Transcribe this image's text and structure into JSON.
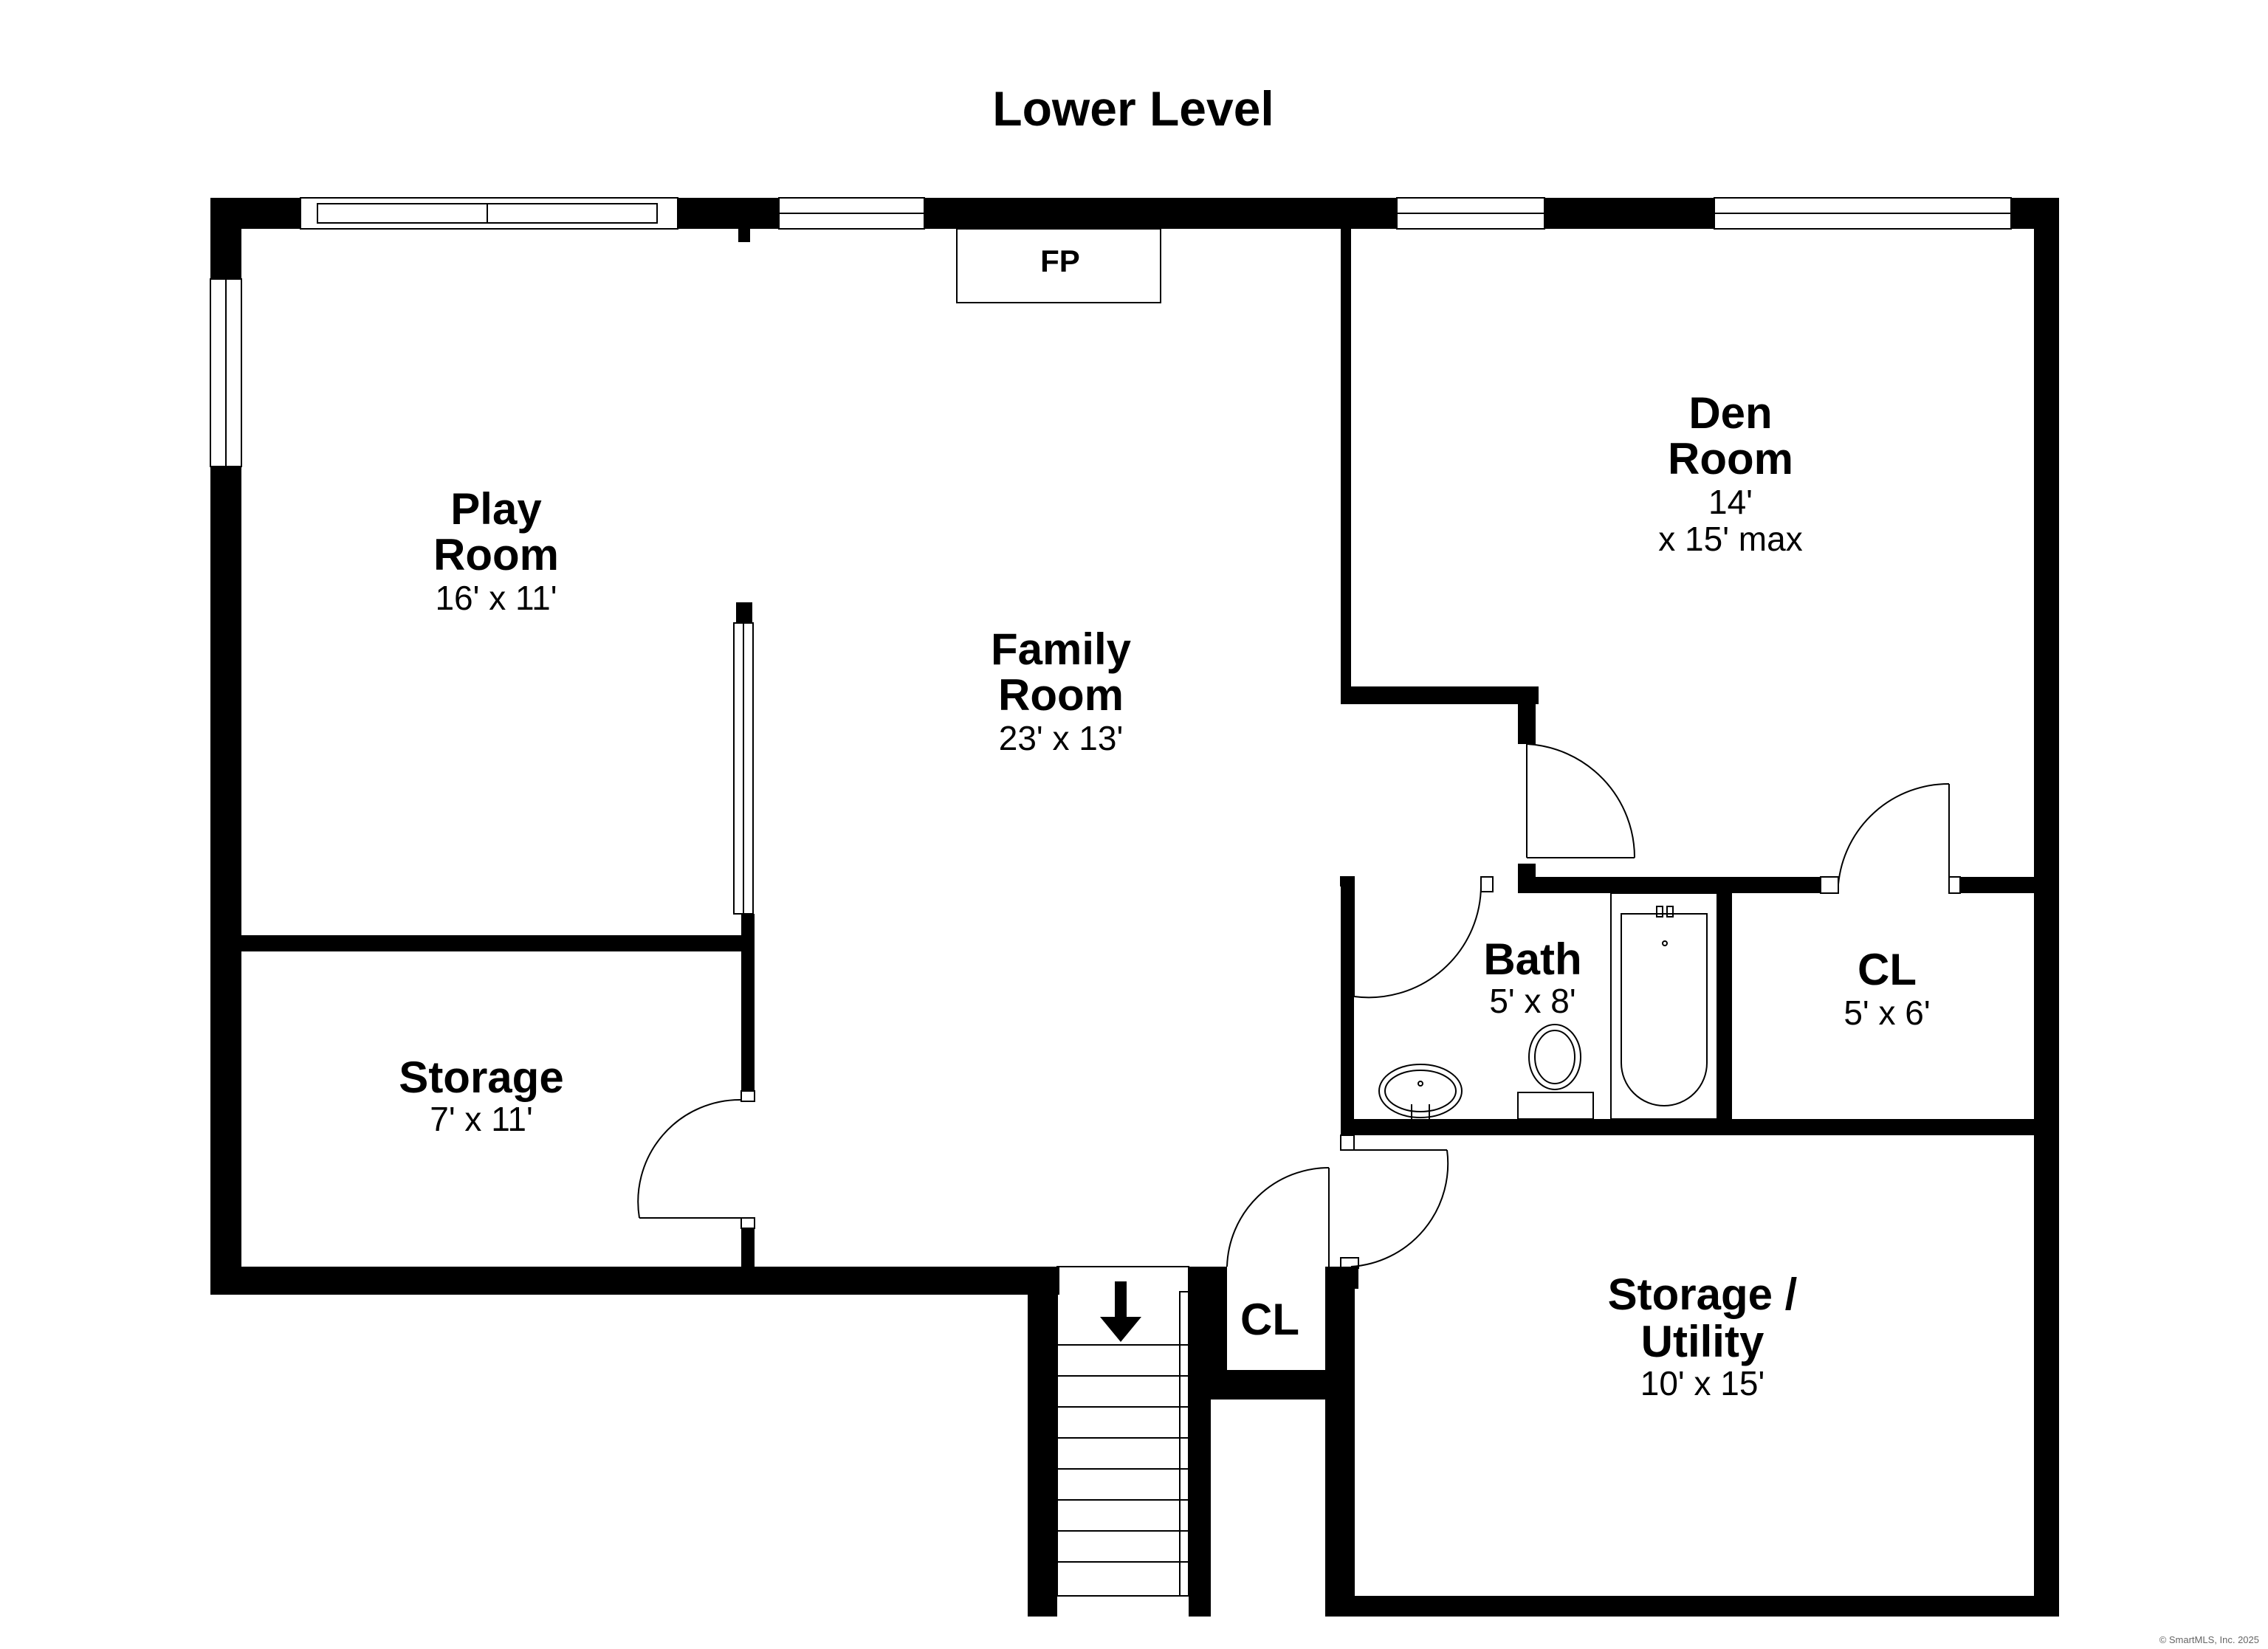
{
  "plan": {
    "title": "Lower Level",
    "fireplace_label": "FP",
    "copyright": "© SmartMLS, Inc. 2025",
    "rooms": [
      {
        "id": "play-room",
        "name_lines": [
          "Play",
          "Room"
        ],
        "dims": [
          "16' x 11'"
        ]
      },
      {
        "id": "family-room",
        "name_lines": [
          "Family",
          "Room"
        ],
        "dims": [
          "23' x 13'"
        ]
      },
      {
        "id": "den-room",
        "name_lines": [
          "Den",
          "Room"
        ],
        "dims": [
          "14'",
          "x 15' max"
        ]
      },
      {
        "id": "storage",
        "name_lines": [
          "Storage"
        ],
        "dims": [
          "7' x 11'"
        ]
      },
      {
        "id": "bath",
        "name_lines": [
          "Bath"
        ],
        "dims": [
          "5' x 8'"
        ]
      },
      {
        "id": "cl-east",
        "name_lines": [
          "CL"
        ],
        "dims": [
          "5' x 6'"
        ]
      },
      {
        "id": "cl-stair",
        "name_lines": [
          "CL"
        ],
        "dims": []
      },
      {
        "id": "storage-utility",
        "name_lines": [
          "Storage /",
          "Utility"
        ],
        "dims": [
          "10' x 15'"
        ]
      }
    ]
  }
}
